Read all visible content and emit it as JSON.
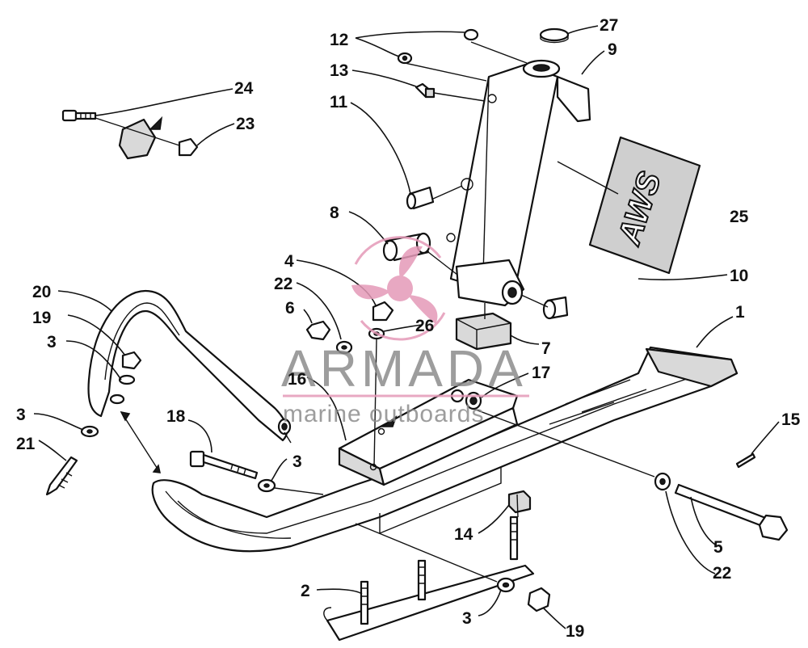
{
  "callouts": [
    {
      "id": "c1",
      "label": "1"
    },
    {
      "id": "c2",
      "label": "2"
    },
    {
      "id": "c3a",
      "label": "3"
    },
    {
      "id": "c3b",
      "label": "3"
    },
    {
      "id": "c3c",
      "label": "3"
    },
    {
      "id": "c3d",
      "label": "3"
    },
    {
      "id": "c4",
      "label": "4"
    },
    {
      "id": "c5",
      "label": "5"
    },
    {
      "id": "c6",
      "label": "6"
    },
    {
      "id": "c7",
      "label": "7"
    },
    {
      "id": "c8",
      "label": "8"
    },
    {
      "id": "c9",
      "label": "9"
    },
    {
      "id": "c10",
      "label": "10"
    },
    {
      "id": "c11",
      "label": "11"
    },
    {
      "id": "c12",
      "label": "12"
    },
    {
      "id": "c13",
      "label": "13"
    },
    {
      "id": "c14",
      "label": "14"
    },
    {
      "id": "c15",
      "label": "15"
    },
    {
      "id": "c16",
      "label": "16"
    },
    {
      "id": "c17",
      "label": "17"
    },
    {
      "id": "c18",
      "label": "18"
    },
    {
      "id": "c19a",
      "label": "19"
    },
    {
      "id": "c19b",
      "label": "19"
    },
    {
      "id": "c20",
      "label": "20"
    },
    {
      "id": "c21",
      "label": "21"
    },
    {
      "id": "c22a",
      "label": "22"
    },
    {
      "id": "c22b",
      "label": "22"
    },
    {
      "id": "c23",
      "label": "23"
    },
    {
      "id": "c24",
      "label": "24"
    },
    {
      "id": "c25",
      "label": "25"
    },
    {
      "id": "c26",
      "label": "26"
    },
    {
      "id": "c27",
      "label": "27"
    }
  ],
  "decal": {
    "text": "AWS"
  },
  "watermark": {
    "title": "ARMADA",
    "subtitle": "marine outboards",
    "logo_color": "#e59ab8",
    "text_color": "#8c8c8c"
  }
}
